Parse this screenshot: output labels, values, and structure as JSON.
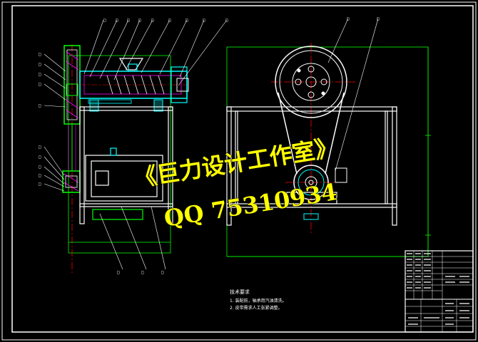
{
  "watermark": {
    "studio": "《巨力设计工作室》",
    "contact": "QQ 75310934"
  },
  "notes": {
    "heading": "技术要求",
    "lines": [
      "1. 装配前，轴承用汽油清洗。",
      "2. 皮带需求人工张紧调整。"
    ]
  },
  "balloon_label": "□",
  "colors": {
    "frame": "#ffffff",
    "outline": "#ffffff",
    "dimension": "#00ff00",
    "center_line": "#ff0000",
    "section": "#00ffff",
    "hatch": "#ff00ff",
    "watermark": "#ffff00"
  }
}
